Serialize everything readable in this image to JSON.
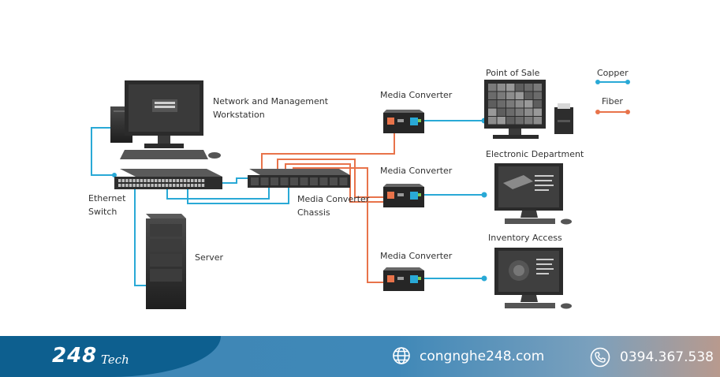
{
  "labels": {
    "workstation_l1": "Network and Management",
    "workstation_l2": "Workstation",
    "switch_l1": "Ethernet",
    "switch_l2": "Switch",
    "server": "Server",
    "chassis_l1": "Media Converter",
    "chassis_l2": "Chassis",
    "mc1": "Media Converter",
    "mc2": "Media Converter",
    "mc3": "Media Converter",
    "pos": "Point of Sale",
    "electronic": "Electronic Department",
    "inventory": "Inventory Access"
  },
  "legend": {
    "copper": "Copper",
    "fiber": "Fiber"
  },
  "colors": {
    "copper": "#29a9d6",
    "fiber": "#e8734a"
  },
  "footer": {
    "logo": "248",
    "logo_suffix": "Tech",
    "website": "congnghe248.com",
    "phone": "0394.367.538"
  }
}
